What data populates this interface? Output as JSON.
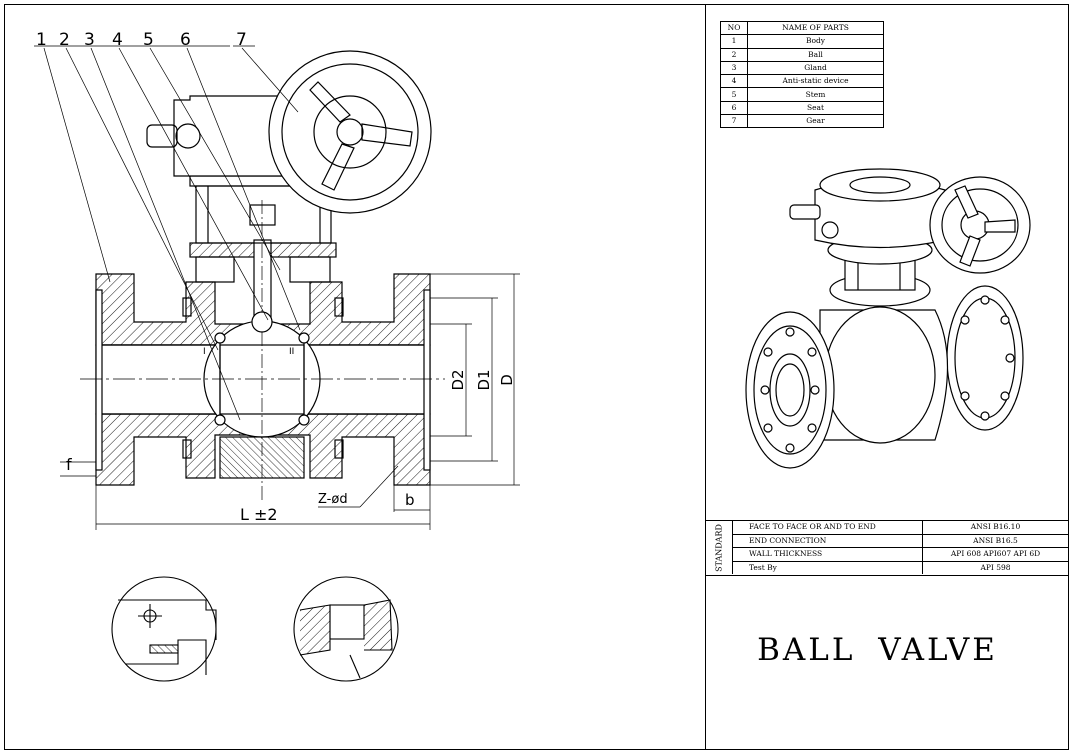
{
  "balloons": [
    "1",
    "2",
    "3",
    "4",
    "5",
    "6",
    "7"
  ],
  "dimensions": {
    "d2": "D2",
    "d1": "D1",
    "d": "D",
    "f": "f",
    "b": "b",
    "holes": "Z-ød",
    "length": "L ±2",
    "mark_left": "I",
    "mark_right": "II"
  },
  "parts_table": {
    "headers": [
      "NO",
      "NAME OF PARTS"
    ],
    "rows": [
      [
        "1",
        "Body"
      ],
      [
        "2",
        "Ball"
      ],
      [
        "3",
        "Gland"
      ],
      [
        "4",
        "Anti-static device"
      ],
      [
        "5",
        "Stem"
      ],
      [
        "6",
        "Seat"
      ],
      [
        "7",
        "Gear"
      ]
    ]
  },
  "standard": {
    "label": "STANDARD",
    "rows": [
      [
        "FACE TO FACE OR AND TO END",
        "ANSI B16.10"
      ],
      [
        "END CONNECTION",
        "ANSI B16.5"
      ],
      [
        "WALL THICKNESS",
        "API 608 API607 API 6D"
      ],
      [
        "Test By",
        "API 598"
      ]
    ]
  },
  "title": "BALL  VALVE"
}
